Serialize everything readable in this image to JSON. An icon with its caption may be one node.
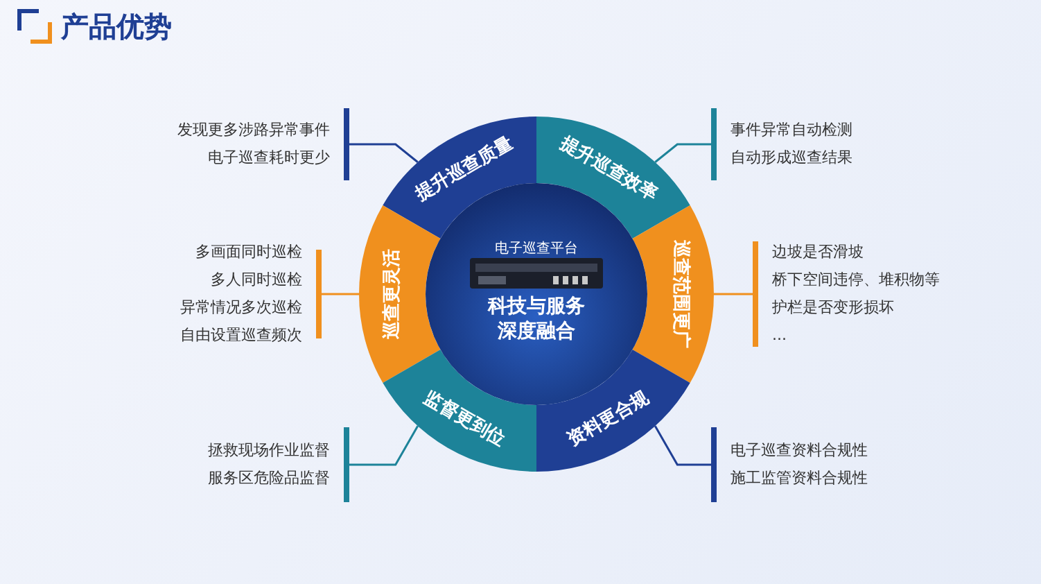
{
  "diagram": {
    "title": "产品优势",
    "nodes": [
      {
        "text": [
          "电子巡查平台",
          "科技与服务深度融合"
        ]
      },
      {
        "text": [
          "提升巡查质量"
        ]
      },
      {
        "text": [
          "提升巡查效率"
        ]
      },
      {
        "text": [
          "巡查更灵活"
        ]
      },
      {
        "text": [
          "巡查范围更广"
        ]
      },
      {
        "text": [
          "监督更到位"
        ]
      },
      {
        "text": [
          "资料更合规"
        ]
      },
      {
        "text": [
          "发现更多涉路异常事件",
          "电子巡查耗时更少"
        ]
      },
      {
        "text": [
          "事件异常自动检测",
          "自动形成巡查结果"
        ]
      },
      {
        "text": [
          "多画面同时巡检",
          "多人同时巡检",
          "异常情况多次巡检",
          "自由设置巡查频次"
        ]
      },
      {
        "text": [
          "边坡是否滑坡",
          "桥下空间违停、堆积物等",
          "护栏是否变形损坏",
          "..."
        ]
      },
      {
        "text": [
          "拯救现场作业监督",
          "服务区危险品监督"
        ]
      },
      {
        "text": [
          "电子巡查资料合规性",
          "施工监管资料合规性"
        ]
      }
    ],
    "edges": [
      {
        "from": 7,
        "to": 1,
        "arrow": "none",
        "color": "#1f3f94"
      },
      {
        "from": 8,
        "to": 2,
        "arrow": "none",
        "color": "#1d8399"
      },
      {
        "from": 9,
        "to": 3,
        "arrow": "none",
        "color": "#f0901e"
      },
      {
        "from": 10,
        "to": 4,
        "arrow": "none",
        "color": "#f0901e"
      },
      {
        "from": 11,
        "to": 5,
        "arrow": "none",
        "color": "#1d8399"
      },
      {
        "from": 12,
        "to": 6,
        "arrow": "none",
        "color": "#1f3f94"
      }
    ]
  }
}
